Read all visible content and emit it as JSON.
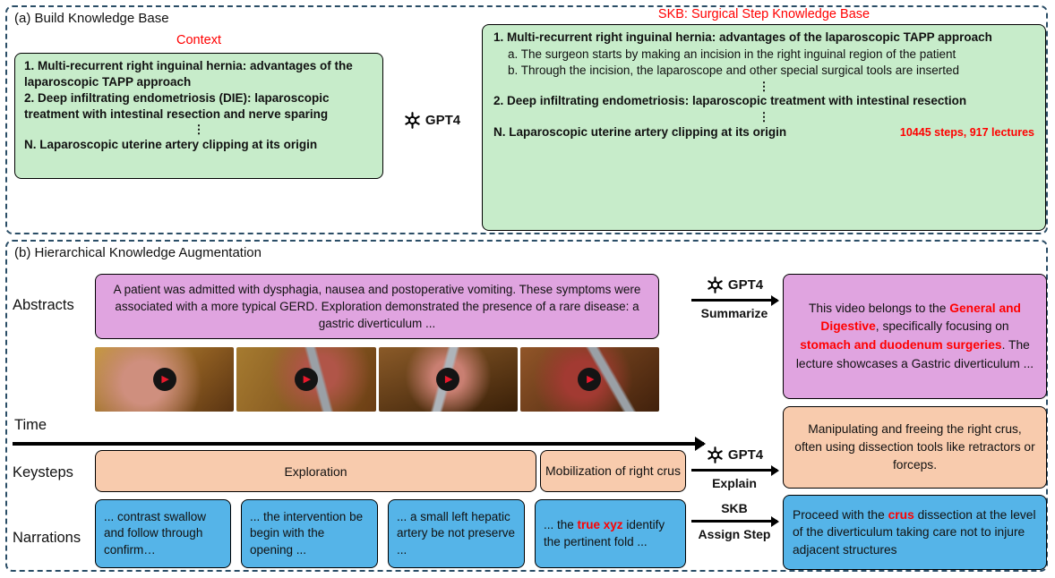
{
  "colors": {
    "green": "#c7ecca",
    "purple": "#e0a4e0",
    "orange": "#f8cbad",
    "blue": "#55b4e8",
    "red": "#ff0000",
    "border": "#2a4d66"
  },
  "panel_a": {
    "title": "(a) Build Knowledge Base",
    "context_label": "Context",
    "context_items": [
      "1. Multi-recurrent right inguinal hernia: advantages of the laparoscopic TAPP approach",
      "2. Deep infiltrating endometriosis (DIE): laparoscopic treatment with intestinal resection and nerve sparing",
      "⋮",
      "N. Laparoscopic uterine artery clipping at its origin"
    ],
    "gpt4_label": "GPT4",
    "skb_title": "SKB: Surgical Step Knowledge Base",
    "skb_item1": "1. Multi-recurrent right inguinal hernia: advantages of the laparoscopic TAPP approach",
    "skb_item1a": "a. The surgeon starts by making an incision in the right inguinal region of the patient",
    "skb_item1b": "b. Through the incision, the laparoscope and other special surgical tools are inserted",
    "skb_dots": "⋮",
    "skb_item2": "2. Deep infiltrating endometriosis: laparoscopic treatment with intestinal resection",
    "skb_itemN": "N. Laparoscopic uterine artery clipping at its origin",
    "skb_stats": "10445 steps, 917 lectures"
  },
  "panel_b": {
    "title": "(b) Hierarchical Knowledge Augmentation",
    "row_labels": {
      "abstracts": "Abstracts",
      "time": "Time",
      "keysteps": "Keysteps",
      "narrations": "Narrations"
    },
    "abstract_text": "A patient was admitted with dysphagia, nausea and postoperative vomiting. These symptoms were associated with a more typical GERD. Exploration demonstrated the presence of a rare disease: a gastric diverticulum ...",
    "summarize": {
      "gpt4": "GPT4",
      "action": "Summarize"
    },
    "summary_segments": [
      {
        "t": "This video belongs to the "
      },
      {
        "t": "General and Digestive",
        "hl": true
      },
      {
        "t": ", specifically focusing on "
      },
      {
        "t": "stomach and duodenum surgeries",
        "hl": true
      },
      {
        "t": ". The lecture showcases a Gastric diverticulum ..."
      }
    ],
    "video": {
      "frame_count": 4,
      "play_icon": "▶"
    },
    "keysteps": [
      "Exploration",
      "Mobilization of right crus"
    ],
    "explain": {
      "gpt4": "GPT4",
      "action": "Explain"
    },
    "keystep_explanation": "Manipulating and freeing the right crus, often using dissection tools like retractors or forceps.",
    "narrations": [
      "... contrast swallow and follow through confirm…",
      "... the intervention be begin with the opening ...",
      "... a small left hepatic artery be not preserve ..."
    ],
    "narration4_segments": [
      {
        "t": "... the "
      },
      {
        "t": "true xyz",
        "hl": true
      },
      {
        "t": " identify the pertinent fold ..."
      }
    ],
    "assign": {
      "source": "SKB",
      "action": "Assign Step"
    },
    "result_segments": [
      {
        "t": "Proceed with the "
      },
      {
        "t": "crus",
        "hl": true
      },
      {
        "t": " dissection at the level of the diverticulum taking care not to injure adjacent structures"
      }
    ]
  }
}
